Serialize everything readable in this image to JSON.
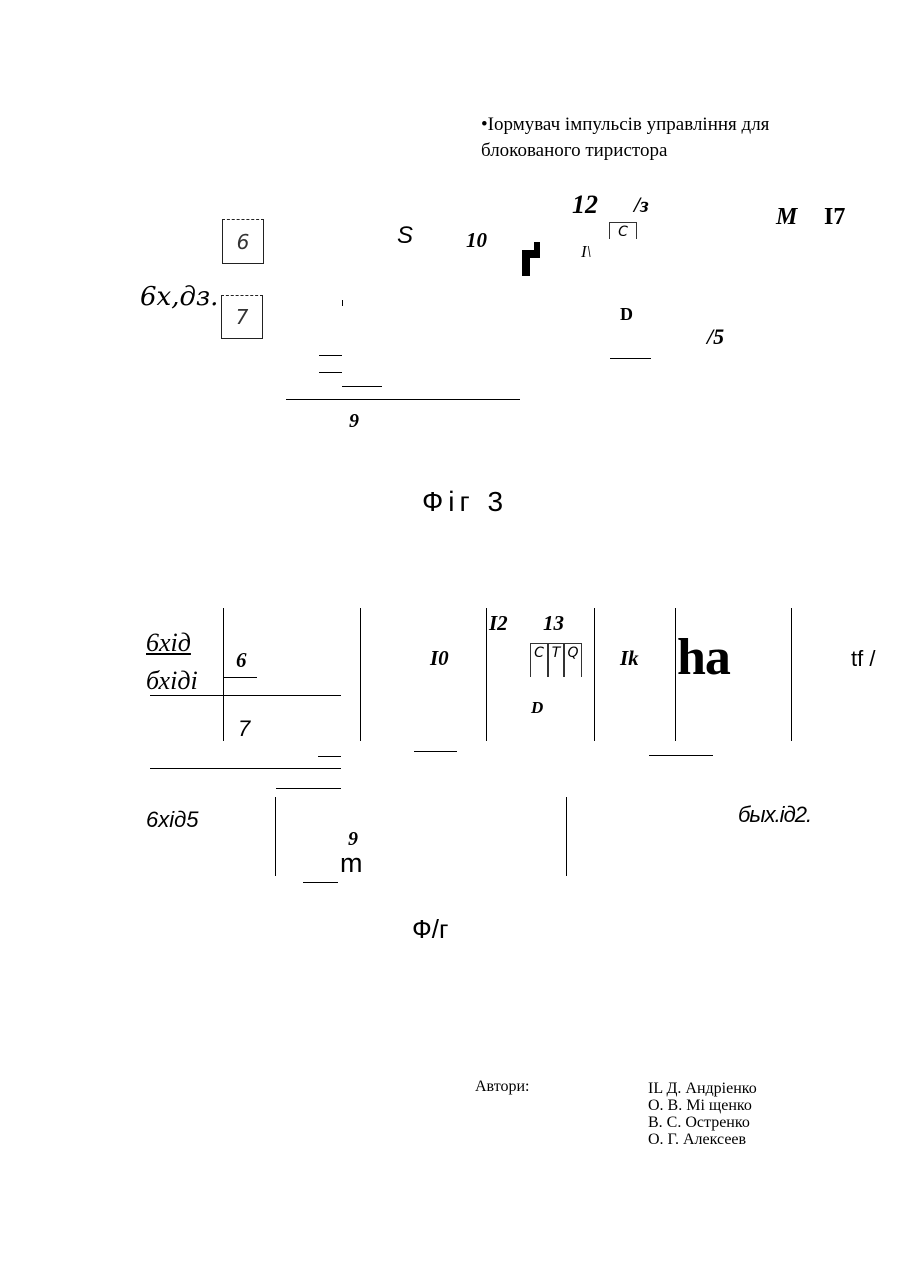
{
  "title": {
    "line1": "•Iормувач імпульсів управління для",
    "line2": "блокованого тиристора"
  },
  "fig3": {
    "label_12": "12",
    "label_13": "/з",
    "label_M": "M",
    "label_17": "I7",
    "box6": "6",
    "box7": "7",
    "label_S": "S",
    "label_10": "10",
    "label_I": "I\\",
    "cell_C": "C",
    "label_D": "D",
    "label_15": "/5",
    "label_9": "9",
    "input_label": "6х,дз.",
    "caption": "Фіг 3"
  },
  "fig4": {
    "in1": "6хід",
    "in2": "бхіді",
    "label_6": "6",
    "label_7": "7",
    "label_10": "I0",
    "label_12": "I2",
    "label_13": "13",
    "cells": [
      "C",
      "T",
      "Q"
    ],
    "label_D": "D",
    "label_Ik": "Ik",
    "label_ha": "ha",
    "label_tf": "tf /",
    "in5": "6хід5",
    "out2": "быx.iд2.",
    "label_9": "9",
    "label_m": "m",
    "caption": "Ф/г"
  },
  "authors": {
    "label": "Автори:",
    "names": [
      "IL Д. Андріенко",
      "О. В. Мі щенко",
      "В. С. Остренко",
      "О. Г. Алексеев"
    ]
  }
}
